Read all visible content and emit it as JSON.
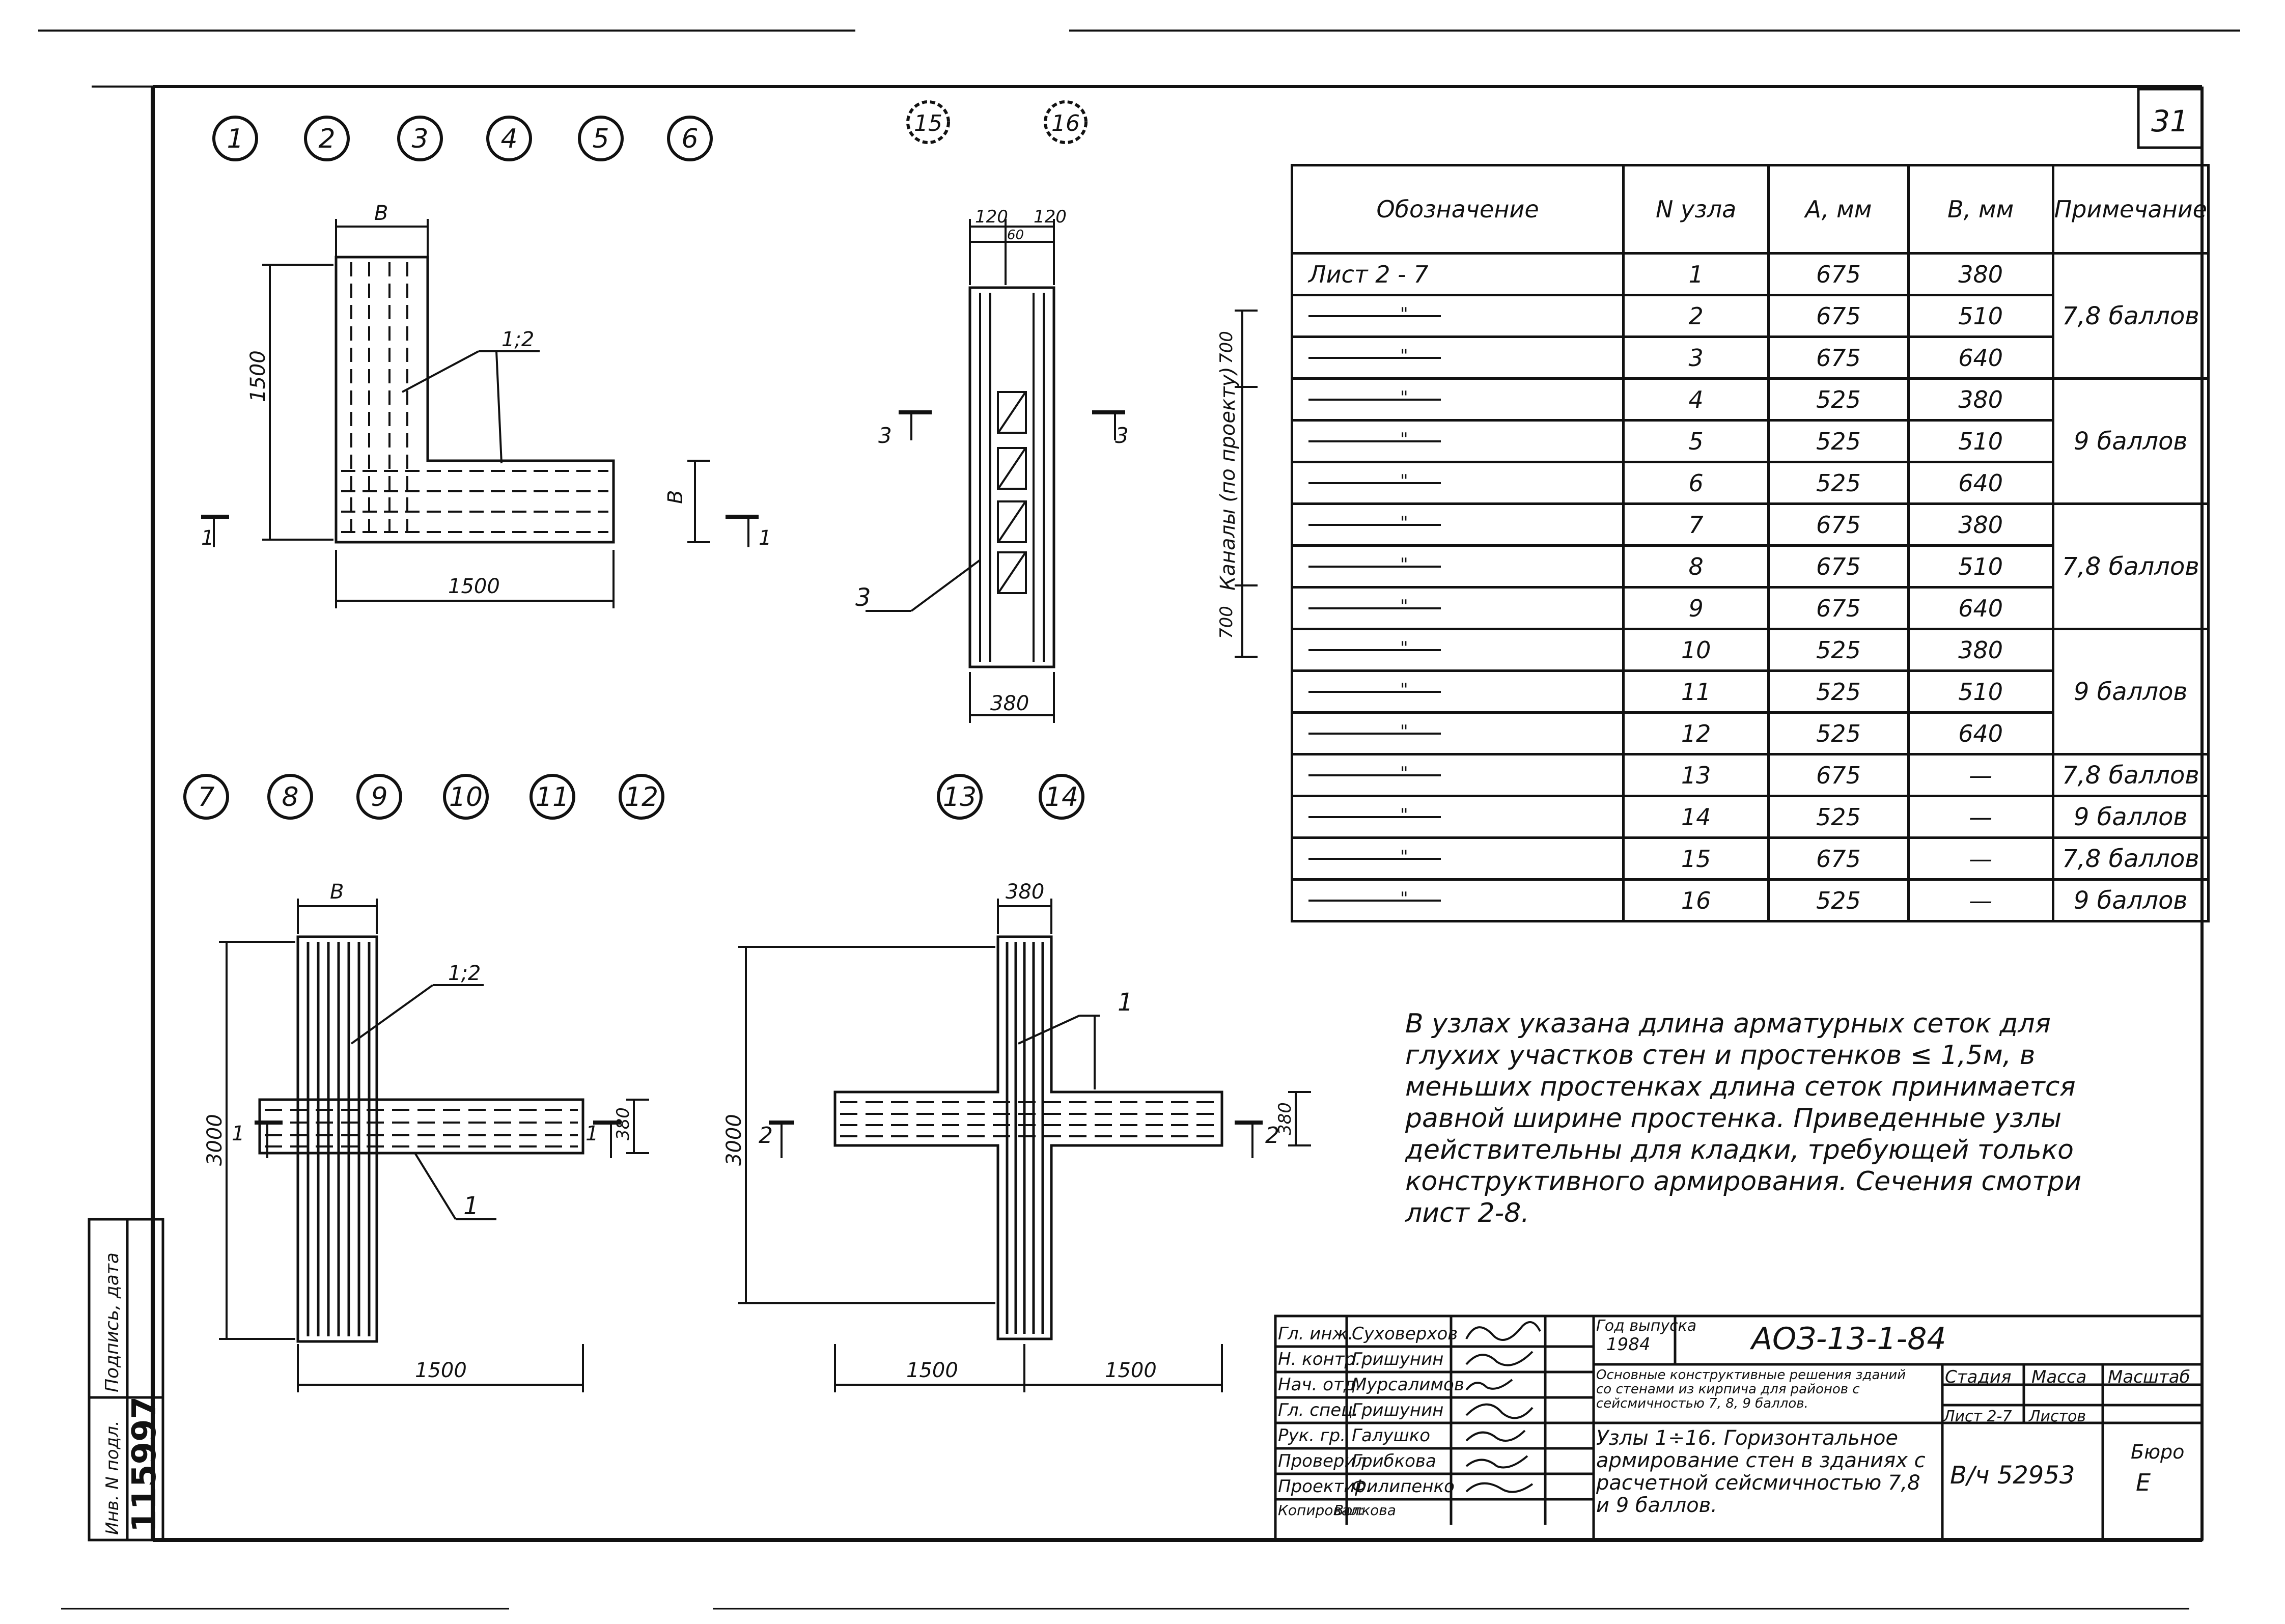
{
  "sheet_number": "31",
  "node_markers_top": [
    "1",
    "2",
    "3",
    "4",
    "5",
    "6"
  ],
  "node_markers_mid": [
    "7",
    "8",
    "9",
    "10",
    "11",
    "12"
  ],
  "node_markers_tee": [
    "15",
    "16"
  ],
  "node_markers_cross": [
    "13",
    "14"
  ],
  "drawing1": {
    "dim_b": "B",
    "dim_1500_v": "1500",
    "dim_1500_h": "1500",
    "dim_b_right": "B",
    "leader": "1;2",
    "section": "1"
  },
  "drawing2": {
    "dim_120_left": "120",
    "dim_120_right": "120",
    "dim_top_mid": "60",
    "dim_700_top": "700",
    "dim_700_bottom": "700",
    "channels": "Каналы (по проекту)",
    "section": "3",
    "leader": "3",
    "dim_380": "380"
  },
  "drawing3": {
    "dim_b": "B",
    "leader_top": "1;2",
    "leader_bottom": "1",
    "dim_3000": "3000",
    "dim_1500": "1500",
    "dim_380": "380",
    "section": "1"
  },
  "drawing4": {
    "dim_380_top": "380",
    "leader": "1",
    "dim_3000": "3000",
    "dim_1500_left": "1500",
    "dim_1500_right": "1500",
    "dim_380": "380",
    "section": "2"
  },
  "table": {
    "headers": {
      "designation": "Обозначение",
      "node": "N узла",
      "a": "A, мм",
      "b": "B, мм",
      "note": "Примечание"
    },
    "first_designation": "Лист   2 - 7",
    "rows": [
      {
        "node": "1",
        "a": "675",
        "b": "380",
        "mark": ""
      },
      {
        "node": "2",
        "a": "675",
        "b": "510",
        "mark": "\""
      },
      {
        "node": "3",
        "a": "675",
        "b": "640",
        "mark": "\""
      },
      {
        "node": "4",
        "a": "525",
        "b": "380",
        "mark": "\""
      },
      {
        "node": "5",
        "a": "525",
        "b": "510",
        "mark": "\""
      },
      {
        "node": "6",
        "a": "525",
        "b": "640",
        "mark": "\""
      },
      {
        "node": "7",
        "a": "675",
        "b": "380",
        "mark": "\""
      },
      {
        "node": "8",
        "a": "675",
        "b": "510",
        "mark": "\""
      },
      {
        "node": "9",
        "a": "675",
        "b": "640",
        "mark": "\""
      },
      {
        "node": "10",
        "a": "525",
        "b": "380",
        "mark": "\""
      },
      {
        "node": "11",
        "a": "525",
        "b": "510",
        "mark": "\""
      },
      {
        "node": "12",
        "a": "525",
        "b": "640",
        "mark": "\""
      },
      {
        "node": "13",
        "a": "675",
        "b": "—",
        "mark": "\""
      },
      {
        "node": "14",
        "a": "525",
        "b": "—",
        "mark": "\""
      },
      {
        "node": "15",
        "a": "675",
        "b": "—",
        "mark": "\""
      },
      {
        "node": "16",
        "a": "525",
        "b": "—",
        "mark": "\""
      }
    ],
    "notes": [
      "7,8 баллов",
      "9 баллов",
      "7,8 баллов",
      "9 баллов",
      "7,8 баллов",
      "9 баллов",
      "7,8 баллов",
      "9 баллов"
    ]
  },
  "general_note": "В узлах указана длина арматурных сеток для глухих участков стен и простенков ≤ 1,5м, в меньших простенках длина сеток принимается равной ширине простенка. Приведенные узлы действительны для кладки, требующей только конструктивного армирования. Сечения смотри лист 2-8.",
  "title_block": {
    "roles": [
      "Гл. инж.",
      "Н. контр.",
      "Нач. отд.",
      "Гл. спец.",
      "Рук. гр.",
      "Проверил",
      "Проектир.",
      "Копировал:"
    ],
    "names": [
      "Суховерхов",
      "Гришунин",
      "Мурсалимов",
      "Гришунин",
      "Галушко",
      "Грибкова",
      "Филипенко",
      "Волкова"
    ],
    "year_label": "Год выпуска",
    "year": "1984",
    "code": "АОЗ-13-1-84",
    "project": "Основные конструктивные решения зданий со стенами из кирпича для районов с сейсмичностью 7, 8, 9 баллов.",
    "title": "Узлы 1÷16. Горизонтальное армирование стен в зданиях с расчетной сейсмичностью 7,8 и 9 баллов.",
    "stage_label": "Стадия",
    "mass_label": "Масса",
    "scale_label": "Масштаб",
    "sheet_label": "Лист 2-7",
    "sheets_label": "Листов",
    "order": "В/ч 52953",
    "bureau_label": "Бюро",
    "bureau": "Е"
  },
  "side_stamp": {
    "inv_label": "Инв. N подл.",
    "sign_label": "Подпись, дата",
    "inv_number": "115997"
  }
}
